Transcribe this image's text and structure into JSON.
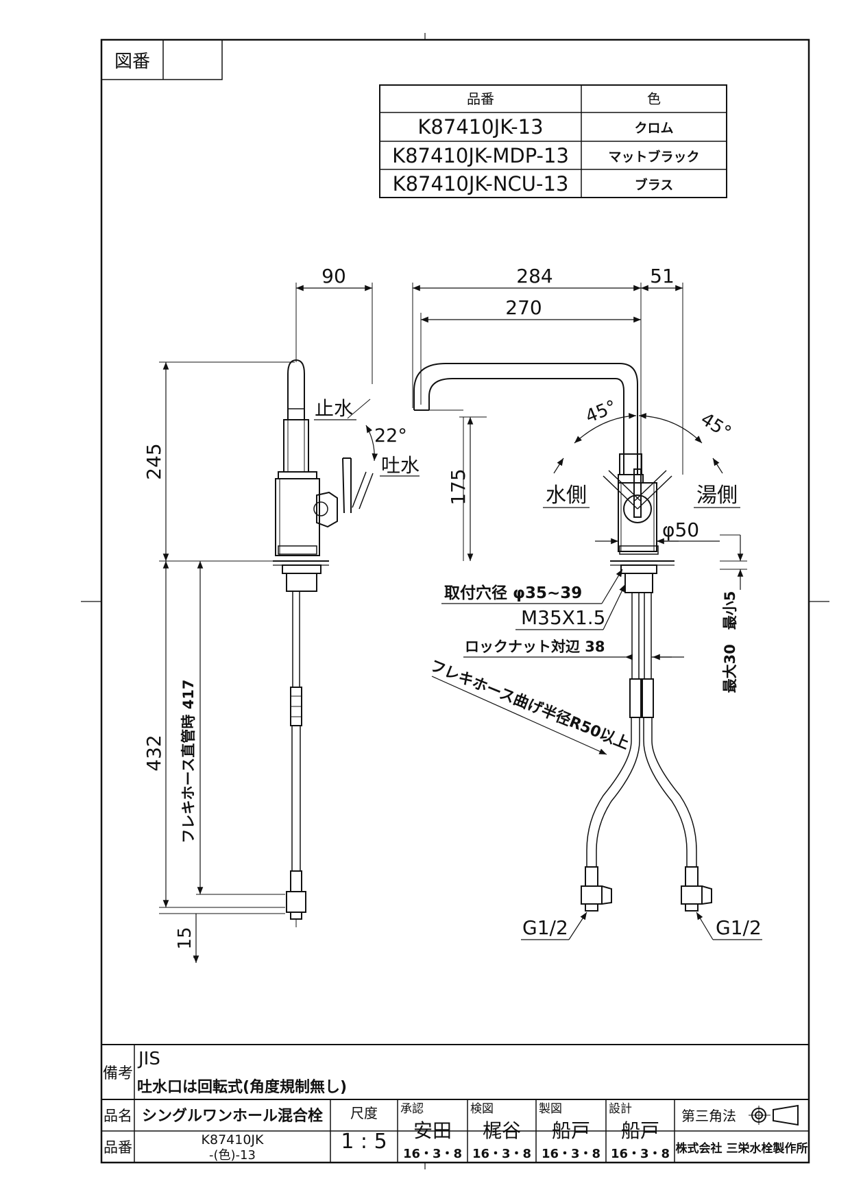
{
  "header": {
    "drawing_number_label": "図番",
    "drawing_number_value": ""
  },
  "variants": {
    "columns": [
      "品番",
      "色"
    ],
    "rows": [
      {
        "code": "K87410JK-13",
        "color": "クロム"
      },
      {
        "code": "K87410JK-MDP-13",
        "color": "マットブラック"
      },
      {
        "code": "K87410JK-NCU-13",
        "color": "ブラス"
      }
    ]
  },
  "side_view": {
    "dim_width": "90",
    "dim_height": "245",
    "label_stop": "止水",
    "angle": "22°",
    "label_spout": "吐水",
    "dim_hose": "432",
    "hose_straight": "フレキホース直管時 417",
    "dim_bottom": "15"
  },
  "front_view": {
    "dim_284": "284",
    "dim_51": "51",
    "dim_270": "270",
    "dim_175": "175",
    "angle_left": "45°",
    "angle_right": "45°",
    "label_cold": "水側",
    "label_hot": "湯側",
    "dim_diameter": "φ50",
    "mount_hole": "取付穴径 φ35~39",
    "thread": "M35X1.5",
    "locknut": "ロックナット対辺 38",
    "deck_thickness": "最大30　最小5",
    "hose_radius": "フレキホース曲げ半径R50以上",
    "connect_left": "G1/2",
    "connect_right": "G1/2"
  },
  "title_block": {
    "remarks_label": "備考",
    "remark_1": "JIS",
    "remark_2": "吐水口は回転式(角度規制無し)",
    "product_name_label": "品名",
    "product_name": "シングルワンホール混合栓",
    "product_code_label": "品番",
    "product_code_1": "K87410JK",
    "product_code_2": "-(色)-13",
    "scale_label": "尺度",
    "scale_value": "1 : 5",
    "approval_label": "承認",
    "approval_name": "安田",
    "approval_date": "16・3・8",
    "check_label": "検図",
    "check_name": "梶谷",
    "check_date": "16・3・8",
    "drawn_label": "製図",
    "drawn_name": "船戸",
    "drawn_date": "16・3・8",
    "design_label": "設計",
    "design_name": "船戸",
    "design_date": "16・3・8",
    "projection": "第三角法",
    "company": "株式会社 三栄水栓製作所"
  }
}
